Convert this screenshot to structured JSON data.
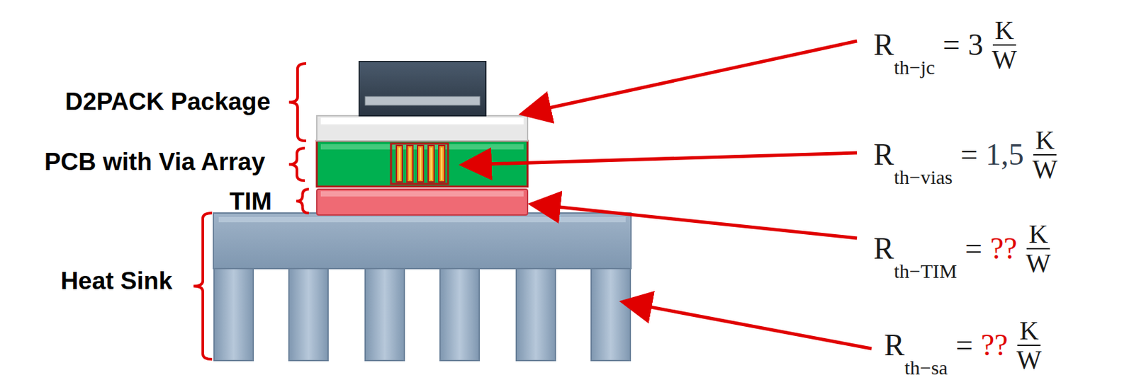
{
  "diagram": {
    "labels": [
      "D2PACK Package",
      "PCB with Via Array",
      "TIM",
      "Heat Sink",
      "R",
      "th−jc",
      "=",
      "3",
      "K",
      "W",
      "R",
      "th−vias",
      "=",
      "1,5",
      "K",
      "W",
      "R",
      "th−TIM",
      "=",
      "??",
      "K",
      "W",
      "R",
      "th−sa",
      "=",
      "??",
      "K",
      "W"
    ]
  }
}
